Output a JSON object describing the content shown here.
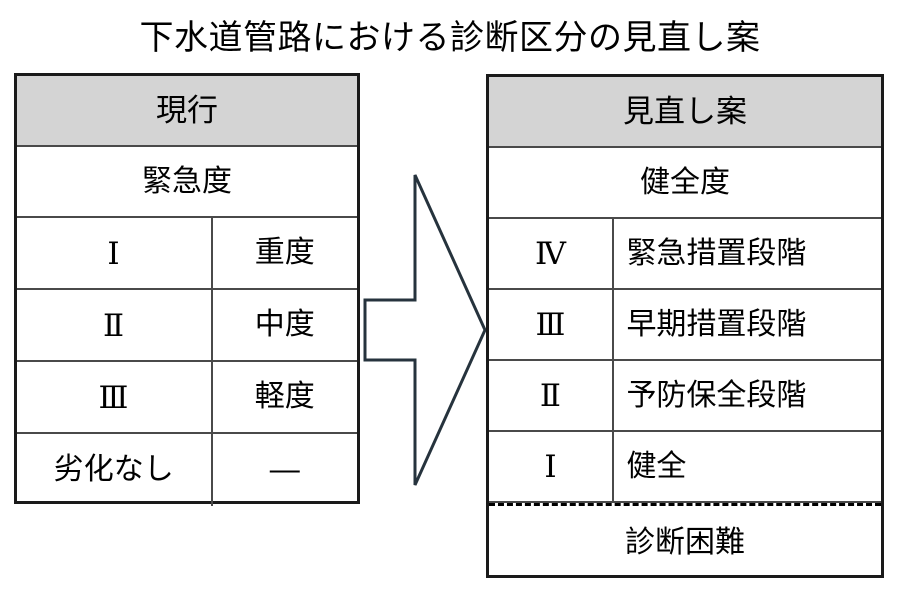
{
  "title": "下水道管路における診断区分の見直し案",
  "arrow": {
    "name": "right-block-arrow",
    "direction": "right",
    "stroke_color": "#26333d",
    "fill_color": "#ffffff"
  },
  "colors": {
    "header_background": "#d4d4d4",
    "table_border": "#1a1a1a",
    "grid_line": "#4a4a4a",
    "text": "#000000",
    "page_background": "#ffffff"
  },
  "current_table": {
    "header": "現行",
    "subhead": "緊急度",
    "rows": [
      {
        "rank": "Ⅰ",
        "label": "重度"
      },
      {
        "rank": "Ⅱ",
        "label": "中度"
      },
      {
        "rank": "Ⅲ",
        "label": "軽度"
      },
      {
        "rank": "劣化なし",
        "label": "―"
      }
    ]
  },
  "proposal_table": {
    "header": "見直し案",
    "subhead": "健全度",
    "rows": [
      {
        "rank": "Ⅳ",
        "label": "緊急措置段階"
      },
      {
        "rank": "Ⅲ",
        "label": "早期措置段階"
      },
      {
        "rank": "Ⅱ",
        "label": "予防保全段階"
      },
      {
        "rank": "Ⅰ",
        "label": "健全"
      }
    ],
    "note": "診断困難"
  }
}
